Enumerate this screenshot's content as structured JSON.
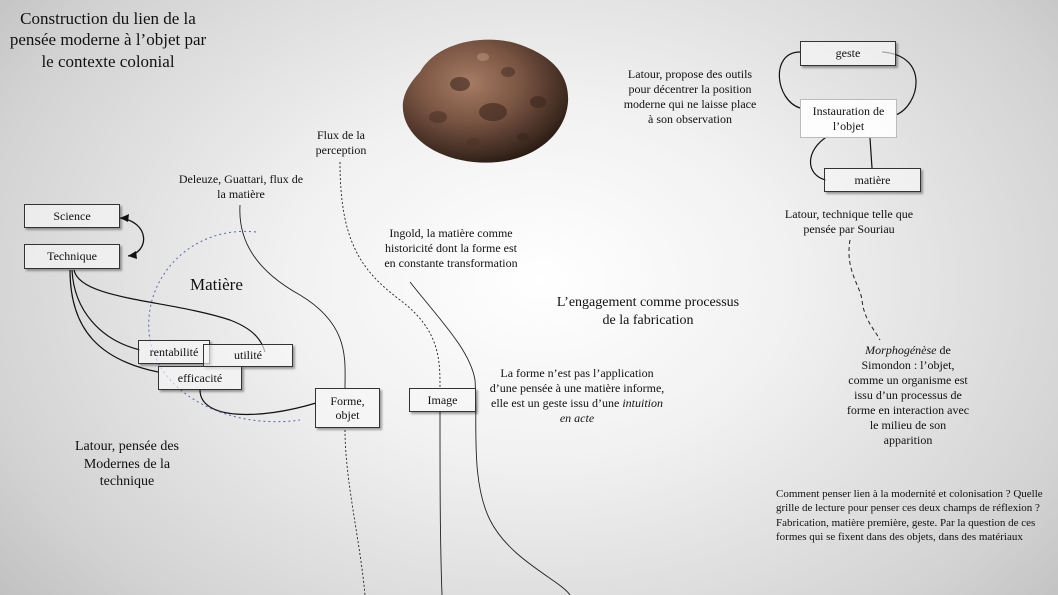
{
  "title": "Construction du lien de la pensée moderne à l’objet par le contexte colonial",
  "boxes": {
    "science": "Science",
    "technique": "Technique",
    "rentabilite": "rentabilité",
    "utilite": "utilité",
    "efficacite": "efficacité",
    "forme_objet": "Forme, objet",
    "image": "Image",
    "geste": "geste",
    "instauration": "Instauration de l’objet",
    "matiere_box": "matière"
  },
  "labels": {
    "matiere": "Matière",
    "latour_modernes": "Latour, pensée des Modernes de la technique",
    "deleuze": "Deleuze, Guattari, flux de la matière",
    "flux_perception": "Flux de la perception",
    "ingold": "Ingold, la matière comme historicité dont la forme est en constante transformation",
    "engagement": "L’engagement comme processus de la fabrication",
    "forme_1": "La forme n’est pas l’application d’une pensée à une matière informe, elle est un geste issu d’une ",
    "forme_2": "intuition en acte",
    "latour_outils": "Latour, propose des outils pour décentrer la position moderne qui ne laisse place à son observation",
    "latour_souriau": "Latour, technique telle que pensée par Souriau",
    "morpho_1": "Morphogénèse",
    "morpho_2": " de Simondon : l’objet, comme un organisme est issu d’un processus de forme en interaction avec le milieu de son apparition",
    "question": "Comment penser lien à la modernité et colonisation ? Quelle grille de lecture pour penser ces deux champs de réflexion ? Fabrication, matière première, geste. Par la question de ces formes qui se fixent dans des objets, dans des matériaux"
  }
}
